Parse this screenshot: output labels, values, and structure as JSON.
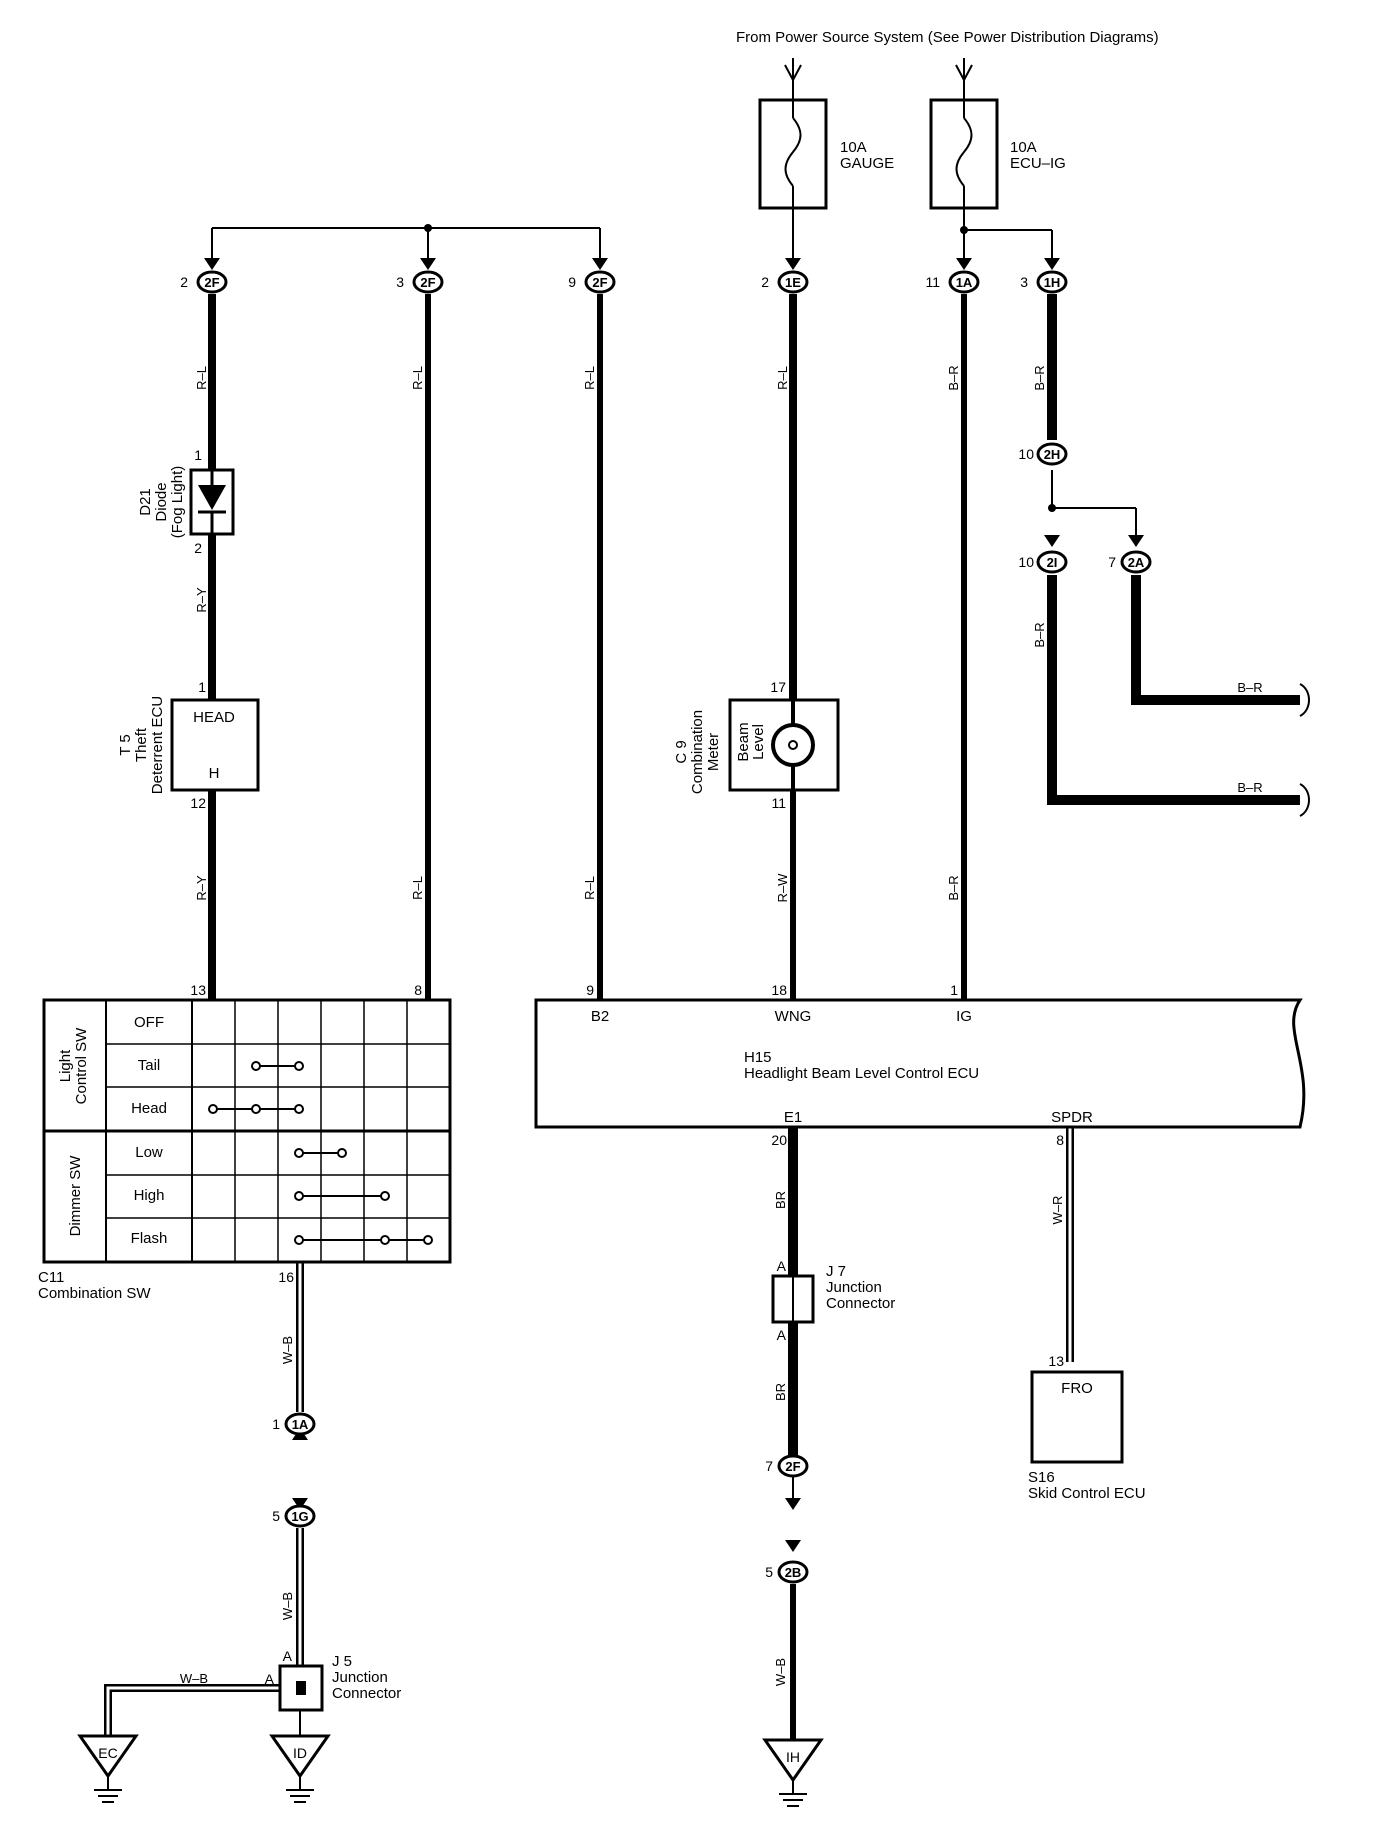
{
  "power": {
    "source_label": "From Power Source System (See Power Distribution Diagrams)",
    "fuses": [
      {
        "id": "fuse-gauge",
        "line1": "10A",
        "line2": "GAUGE"
      },
      {
        "id": "fuse-ecu-ig",
        "line1": "10A",
        "line2": "ECU–IG"
      }
    ]
  },
  "connectors": [
    {
      "id": "c2f-a",
      "pin": "2",
      "code": "2F"
    },
    {
      "id": "c2f-b",
      "pin": "3",
      "code": "2F"
    },
    {
      "id": "c2f-c",
      "pin": "9",
      "code": "2F"
    },
    {
      "id": "c1e",
      "pin": "2",
      "code": "1E"
    },
    {
      "id": "c1a-top",
      "pin": "11",
      "code": "1A"
    },
    {
      "id": "c1h",
      "pin": "3",
      "code": "1H"
    },
    {
      "id": "c2h",
      "pin": "10",
      "code": "2H"
    },
    {
      "id": "c2i",
      "pin": "10",
      "code": "2I"
    },
    {
      "id": "c2a",
      "pin": "7",
      "code": "2A"
    },
    {
      "id": "c1a-bot",
      "pin": "1",
      "code": "1A"
    },
    {
      "id": "c1g",
      "pin": "5",
      "code": "1G"
    },
    {
      "id": "c2f-d",
      "pin": "7",
      "code": "2F"
    },
    {
      "id": "c2b",
      "pin": "5",
      "code": "2B"
    }
  ],
  "wire_colors": {
    "w1": "R–L",
    "w2": "R–Y",
    "w3": "R–Y",
    "w4": "R–L",
    "w5": "R–L",
    "w6": "R–L",
    "w7": "R–L",
    "w8": "R–L",
    "w9": "R–W",
    "w10": "B–R",
    "w11": "B–R",
    "w12": "B–R",
    "w13": "B–R",
    "w14": "B–R",
    "w15": "B–R",
    "w16": "W–B",
    "w17": "W–B",
    "w18": "W–B",
    "w19": "BR",
    "w20": "BR",
    "w21": "W–B",
    "w22": "W–R"
  },
  "components": {
    "diode": {
      "code": "D21",
      "name": "Diode",
      "sub": "(Fog Light)",
      "pin_in": "1",
      "pin_out": "2"
    },
    "theft": {
      "code": "T 5",
      "name": "Theft",
      "name2": "Deterrent ECU",
      "terminal_top": "HEAD",
      "terminal_bottom": "H",
      "pin_in": "1",
      "pin_out": "12"
    },
    "meter": {
      "code": "C 9",
      "name": "Combination",
      "name2": "Meter",
      "inner1": "Beam",
      "inner2": "Level",
      "pin_in": "17",
      "pin_out": "11"
    },
    "combination_sw": {
      "code": "C11",
      "name": "Combination SW",
      "group1": "Light Control SW",
      "group1_line1": "Light",
      "group1_line2": "Control SW",
      "group2": "Dimmer SW",
      "rows": [
        "OFF",
        "Tail",
        "Head",
        "Low",
        "High",
        "Flash"
      ],
      "pins_top": [
        "13",
        "8"
      ],
      "pin_bottom": "16"
    },
    "ecu": {
      "code": "H15",
      "name": "Headlight Beam Level Control ECU",
      "terminals": {
        "b2": "B2",
        "wng": "WNG",
        "ig": "IG",
        "e1": "E1",
        "spdr": "SPDR"
      },
      "pins": {
        "b2": "9",
        "wng": "18",
        "ig": "1",
        "e1": "20",
        "spdr": "8"
      }
    },
    "j7": {
      "code": "J 7",
      "name": "Junction",
      "name2": "Connector",
      "pin_top": "A",
      "pin_bottom": "A"
    },
    "j5": {
      "code": "J 5",
      "name": "Junction",
      "name2": "Connector",
      "pin_top": "A",
      "pin_left": "A"
    },
    "skid": {
      "code": "S16",
      "name": "Skid Control ECU",
      "terminal": "FRO",
      "pin": "13"
    }
  },
  "grounds": {
    "ec": "EC",
    "id": "ID",
    "ih": "IH"
  }
}
